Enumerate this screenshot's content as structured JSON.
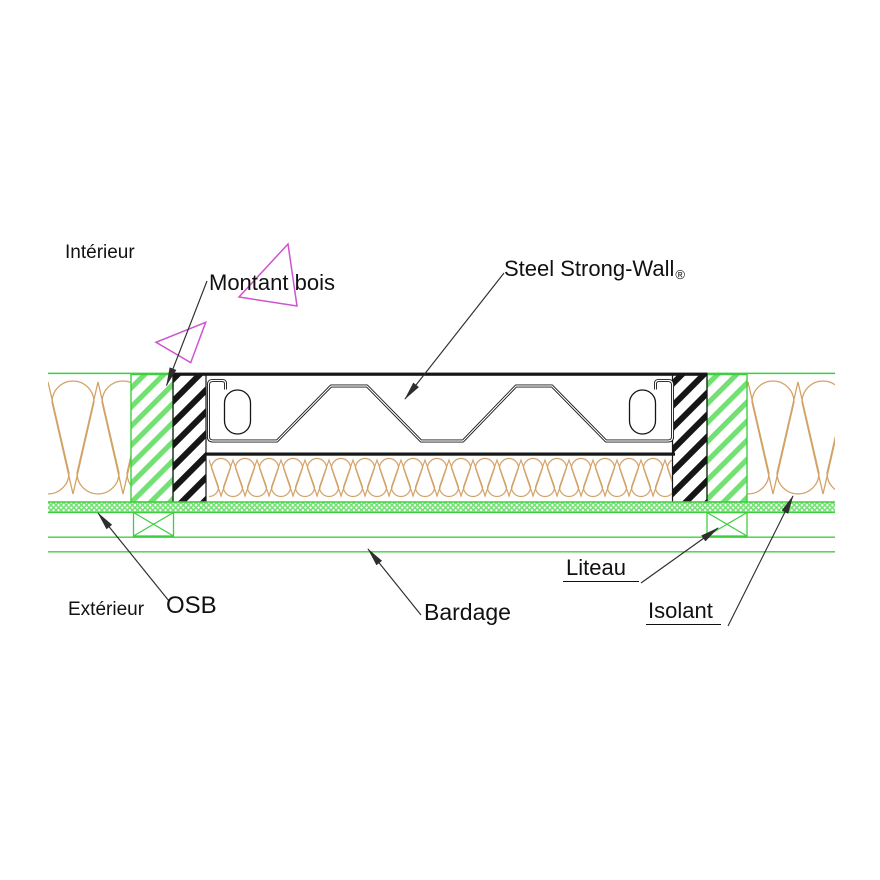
{
  "labels": {
    "interior": "Intérieur",
    "exterior": "Extérieur",
    "montant_bois": "Montant bois",
    "steel_strong_wall": "Steel Strong-Wall",
    "registered_mark": "®",
    "osb": "OSB",
    "bardage": "Bardage",
    "liteau": "Liteau",
    "isolant": "Isolant"
  },
  "colors": {
    "background": "#ffffff",
    "green_line": "#3ecf3e",
    "green_band": "#72e072",
    "insulation_tan": "#d2a266",
    "line_black": "#161616",
    "leader_gray": "#2e2e2e",
    "magenta": "#d053cf",
    "label_text": "#111111"
  }
}
